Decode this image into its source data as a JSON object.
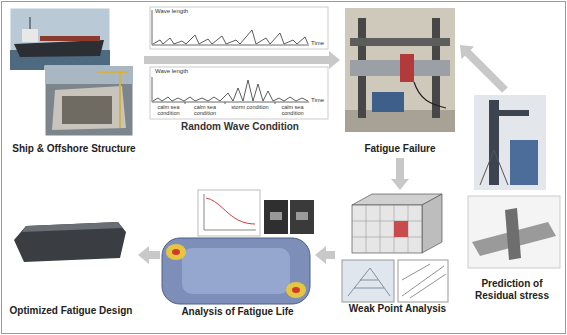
{
  "diagram": {
    "nodes": [
      {
        "text": [
          "Ship & Offshore Structure"
        ]
      },
      {
        "text": [
          "Fatigue Failure"
        ]
      },
      {
        "text": [
          "Prediction of Residual stress"
        ]
      },
      {
        "text": [
          "Weak Point Analysis"
        ]
      },
      {
        "text": [
          "Analysis of Fatigue Life"
        ]
      },
      {
        "text": [
          "Optimized Fatigue Design"
        ]
      }
    ],
    "edges": [
      {
        "from": 0,
        "to": 1,
        "arrow": "to"
      },
      {
        "from": 2,
        "to": 1,
        "arrow": "to"
      },
      {
        "from": 1,
        "to": 3,
        "arrow": "to"
      },
      {
        "from": 3,
        "to": 4,
        "arrow": "to"
      },
      {
        "from": 4,
        "to": 5,
        "arrow": "to"
      }
    ],
    "labels": [
      "Wave length",
      "Time",
      "Wave length",
      "Time",
      "calm sea condition",
      "calm sea condition",
      "storm condition",
      "calm sea condition",
      "Random Wave Condition"
    ]
  }
}
